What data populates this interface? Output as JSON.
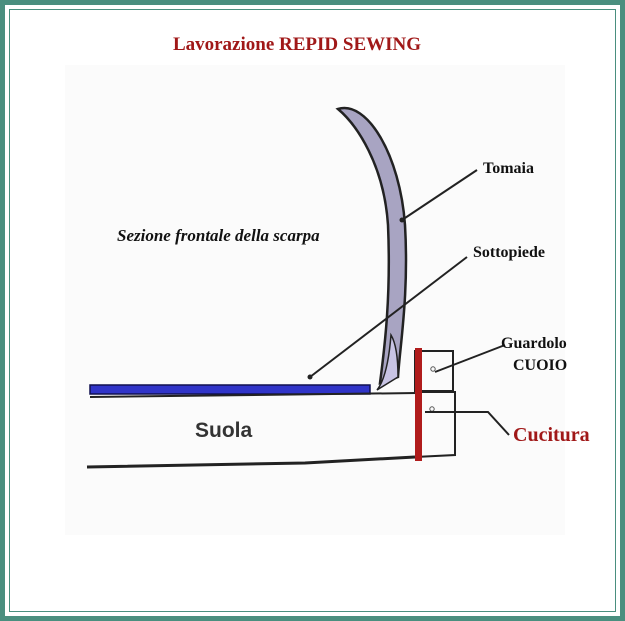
{
  "title": "Lavorazione REPID SEWING",
  "labels": {
    "upper": "Tomaia",
    "section": "Sezione frontale della scarpa",
    "insole": "Sottopiede",
    "welt_line1": "Guardolo",
    "welt_line2": "CUOIO",
    "sole": "Suola",
    "stitching": "Cucitura"
  },
  "colors": {
    "frame": "#4a8f7f",
    "title": "#a01818",
    "insole": "#3034c8",
    "upper": "#a8a4c2",
    "stitch": "#b01c1c",
    "stitching_label": "#a01818"
  }
}
